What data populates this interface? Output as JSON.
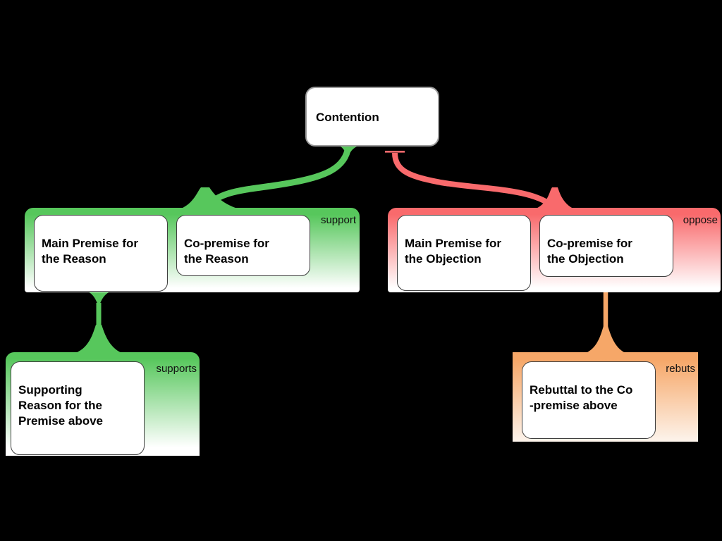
{
  "colors": {
    "support": "#57c75c",
    "oppose": "#f96a6c",
    "rebut": "#f6a768",
    "bg": "#000000",
    "node_fill": "#ffffff",
    "node_border": "#3f3f3f",
    "contention_border": "#9a9a9a",
    "label_text": "#111111"
  },
  "nodes": {
    "contention": {
      "label": "Contention"
    }
  },
  "groups": {
    "support": {
      "tag": "support",
      "boxes": [
        {
          "text": "Main Premise for\nthe Reason"
        },
        {
          "text": "Co-premise for\nthe Reason"
        }
      ]
    },
    "oppose": {
      "tag": "oppose",
      "boxes": [
        {
          "text": "Main Premise for\nthe Objection"
        },
        {
          "text": "Co-premise for\nthe Objection"
        }
      ]
    },
    "supports": {
      "tag": "supports",
      "boxes": [
        {
          "text": "Supporting\nReason for the\nPremise above"
        }
      ]
    },
    "rebuts": {
      "tag": "rebuts",
      "boxes": [
        {
          "text": "Rebuttal to the Co\n-premise above"
        }
      ]
    }
  }
}
